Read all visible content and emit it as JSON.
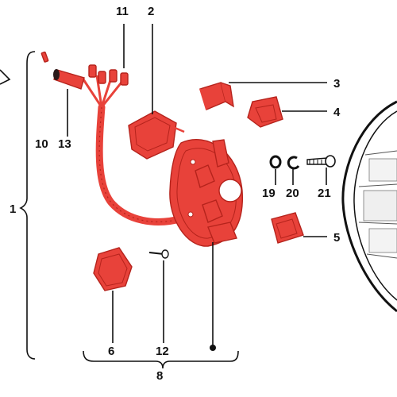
{
  "diagram": {
    "colors": {
      "part_fill": "#e8423a",
      "part_stroke": "#b5231c",
      "line": "#111111",
      "background": "#ffffff"
    },
    "callouts": {
      "n1": "1",
      "n2": "2",
      "n3": "3",
      "n4": "4",
      "n5": "5",
      "n6": "6",
      "n8": "8",
      "n10": "10",
      "n11": "11",
      "n12": "12",
      "n13": "13",
      "n19": "19",
      "n20": "20",
      "n21": "21"
    }
  }
}
